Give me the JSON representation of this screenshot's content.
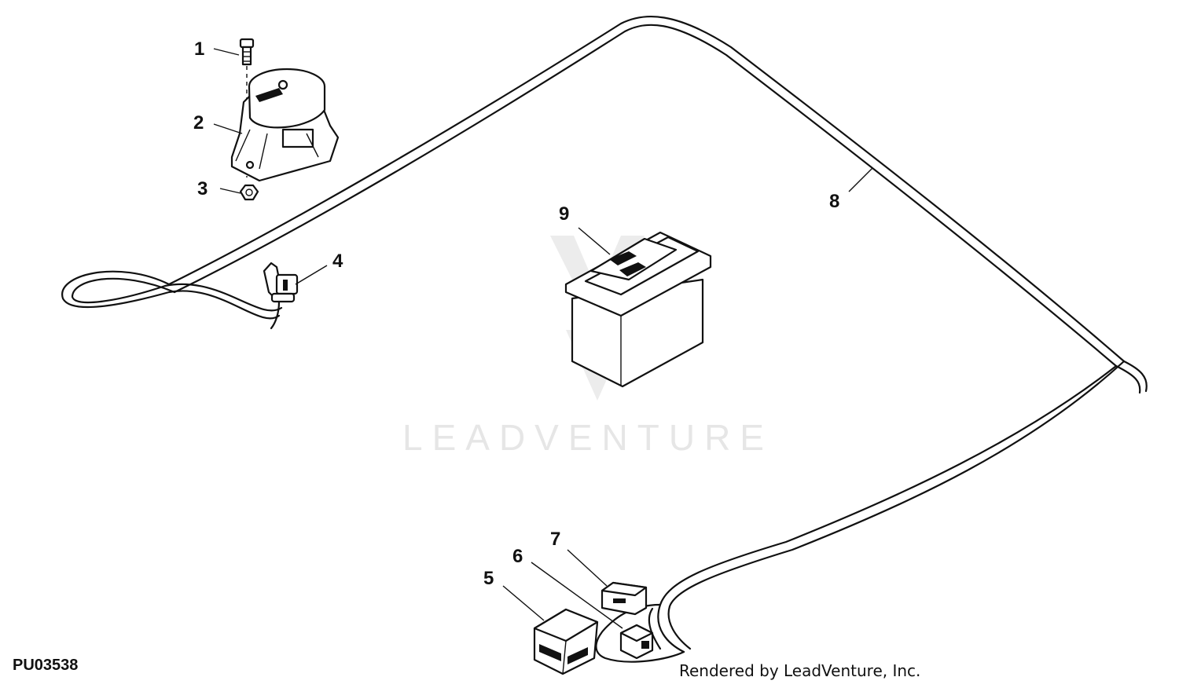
{
  "diagram": {
    "reference_code": "PU03538",
    "credit": "Rendered by LeadVenture, Inc.",
    "watermark": "LEADVENTURE",
    "callouts": [
      "1",
      "2",
      "3",
      "4",
      "5",
      "6",
      "7",
      "8",
      "9"
    ]
  }
}
